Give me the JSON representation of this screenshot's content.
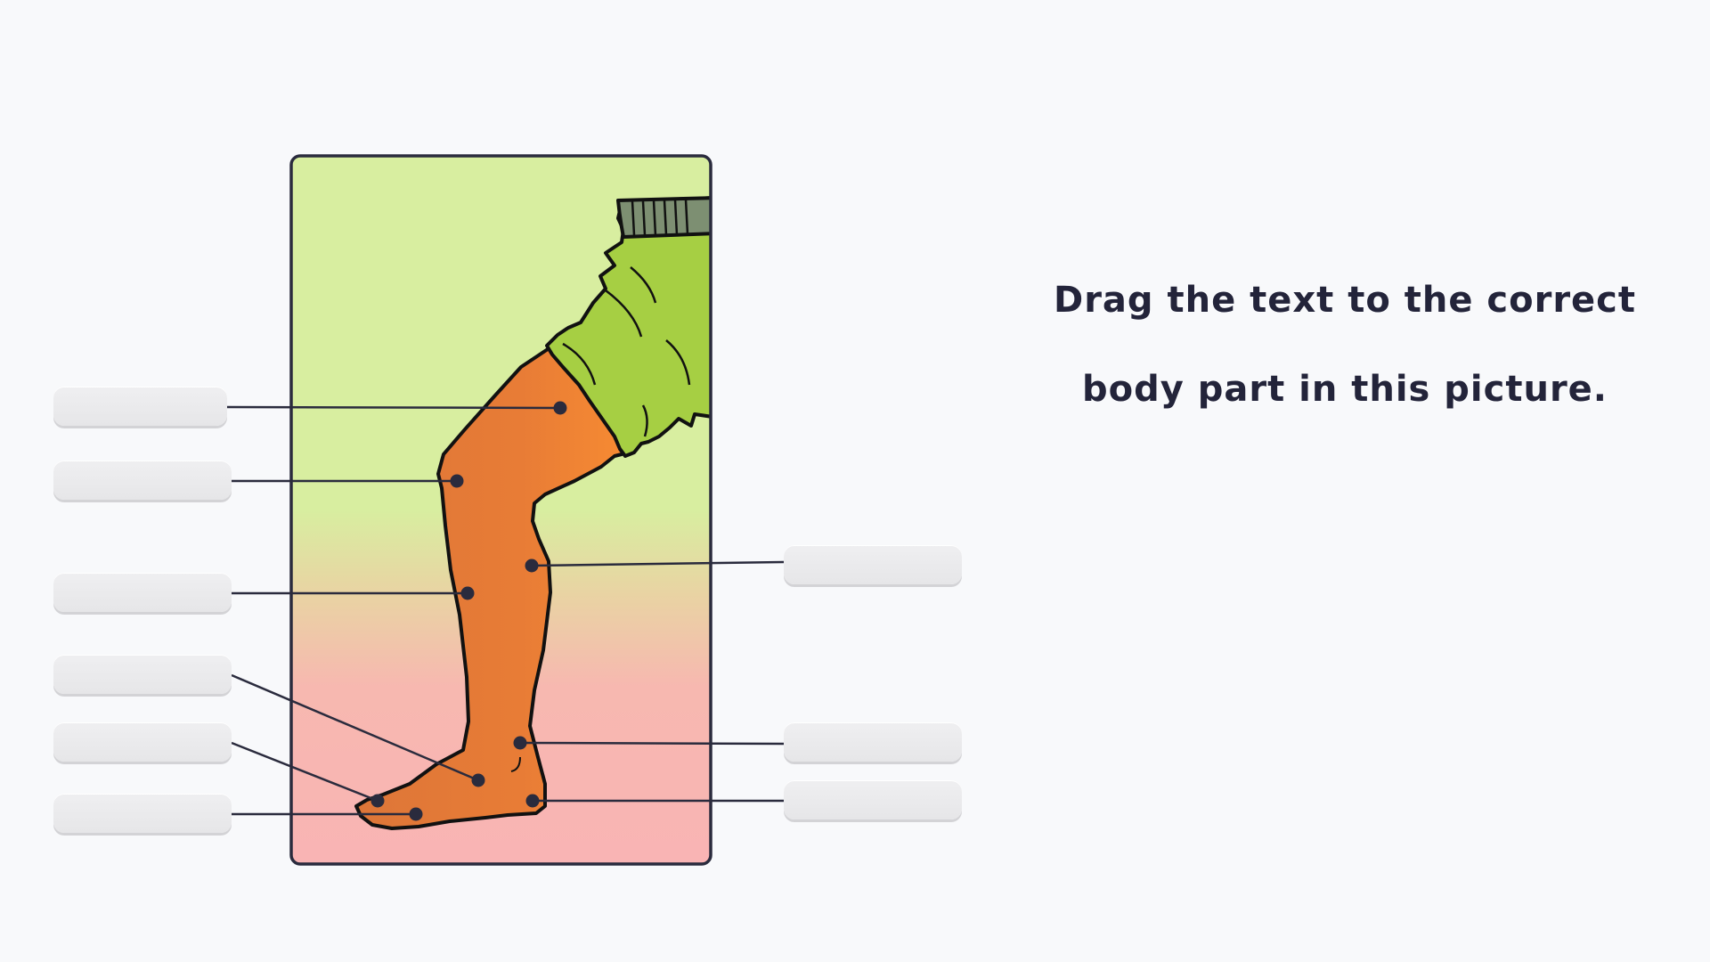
{
  "instruction": {
    "line1": "Drag the text to the correct",
    "line2": "body part in this picture."
  },
  "colors": {
    "background": "#f8f9fb",
    "panel_top": "#d8eea0",
    "panel_bottom": "#f9b4b4",
    "leg_skin": "#e57a38",
    "shorts": "#a6cf43",
    "cuff": "#7d8f72",
    "outline": "#111111",
    "pointer": "#2a2b3d",
    "drop_box": "#e9e9eb"
  },
  "drop_targets": [
    {
      "id": "thigh",
      "label": ""
    },
    {
      "id": "knee",
      "label": ""
    },
    {
      "id": "shin",
      "label": ""
    },
    {
      "id": "calf",
      "label": ""
    },
    {
      "id": "instep",
      "label": ""
    },
    {
      "id": "ankle",
      "label": ""
    },
    {
      "id": "toes",
      "label": ""
    },
    {
      "id": "ball-of-foot",
      "label": ""
    },
    {
      "id": "heel",
      "label": ""
    }
  ]
}
